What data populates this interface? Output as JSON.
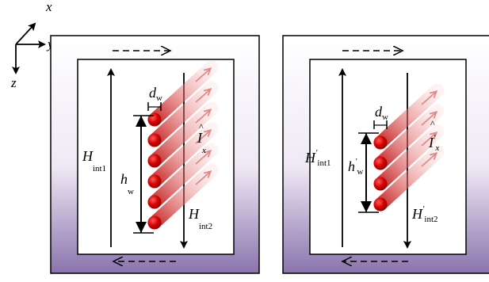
{
  "axes": {
    "x": "x",
    "y": "y",
    "z": "z"
  },
  "left_panel": {
    "d_label_main": "d",
    "d_label_sub": "w",
    "h_label_main": "h",
    "h_label_sub": "w",
    "h_prime": "",
    "h_int1_main": "H",
    "h_int1_sub": "int1",
    "h_int1_prime": "",
    "h_int2_main": "H",
    "h_int2_sub": "int2",
    "h_int2_prime": "",
    "current_main": "I",
    "current_sub": "x",
    "current_hat": "^",
    "current_prime": "",
    "conductor_count": 6
  },
  "right_panel": {
    "d_label_main": "d",
    "d_label_sub": "w",
    "h_label_main": "h",
    "h_label_sub": "w",
    "h_prime": "′",
    "h_int1_main": "H",
    "h_int1_sub": "int1",
    "h_int1_prime": "′",
    "h_int2_main": "H",
    "h_int2_sub": "int2",
    "h_int2_prime": "′",
    "current_main": "I",
    "current_sub": "x",
    "current_hat": "^",
    "current_prime": "′",
    "conductor_count": 4
  },
  "colors": {
    "frame_gradient_top": "#ffffff",
    "frame_gradient_bottom": "#8a74ad",
    "conductor": "#cc0000",
    "conductor_dark": "#8a0000",
    "streak": "#d94a4a"
  }
}
